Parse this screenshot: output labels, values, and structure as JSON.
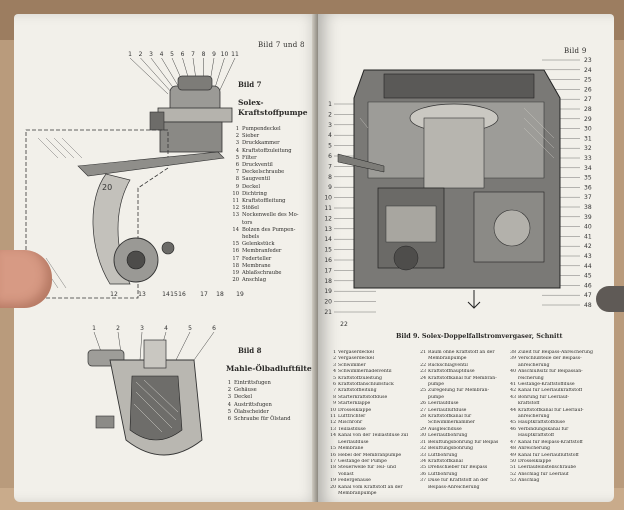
{
  "left_page": {
    "header": "Bild 7 und 8",
    "figure7": {
      "label": "Bild 7",
      "title_line1": "Solex-",
      "title_line2": "Kraftstoffpumpe",
      "top_numbers": [
        "1",
        "2",
        "3",
        "4",
        "5",
        "6",
        "7",
        "8",
        "9",
        "10",
        "11"
      ],
      "bottom_numbers": [
        "12",
        "13",
        "14",
        "15",
        "16",
        "17",
        "18",
        "19"
      ],
      "items": [
        {
          "n": "1",
          "t": "Pumpendeckel"
        },
        {
          "n": "2",
          "t": "Sieber"
        },
        {
          "n": "3",
          "t": "Druckkammer"
        },
        {
          "n": "4",
          "t": "Kraftstoffzuleitung"
        },
        {
          "n": "5",
          "t": "Filter"
        },
        {
          "n": "6",
          "t": "Druckventil"
        },
        {
          "n": "7",
          "t": "Deckelschraube"
        },
        {
          "n": "8",
          "t": "Saugventil"
        },
        {
          "n": "9",
          "t": "Deckel"
        },
        {
          "n": "10",
          "t": "Dichtring"
        },
        {
          "n": "11",
          "t": "Kraftstoffleitung"
        },
        {
          "n": "12",
          "t": "Stößel"
        },
        {
          "n": "13",
          "t": "Nockenwelle des Mo-"
        },
        {
          "n": "",
          "t": "tors"
        },
        {
          "n": "14",
          "t": "Bolzen des Pumpen-"
        },
        {
          "n": "",
          "t": "hebels"
        },
        {
          "n": "15",
          "t": "Gelenkstück"
        },
        {
          "n": "16",
          "t": "Membranfeder"
        },
        {
          "n": "17",
          "t": "Federteller"
        },
        {
          "n": "18",
          "t": "Membrane"
        },
        {
          "n": "19",
          "t": "Ablaßschraube"
        },
        {
          "n": "20",
          "t": "Anschlag"
        }
      ]
    },
    "figure8": {
      "label": "Bild 8",
      "title": "Mahle-Ölbadluftfilter",
      "top_numbers": [
        "1",
        "2",
        "3",
        "4",
        "5",
        "6"
      ],
      "items": [
        {
          "n": "1",
          "t": "Eintrittsfugen"
        },
        {
          "n": "2",
          "t": "Gehäuse"
        },
        {
          "n": "3",
          "t": "Deckel"
        },
        {
          "n": "4",
          "t": "Austrittsfugen"
        },
        {
          "n": "5",
          "t": "Ölabscheider"
        },
        {
          "n": "6",
          "t": "Schraube für Ölstand"
        }
      ]
    }
  },
  "right_page": {
    "header": "Bild 9",
    "caption": "Bild 9. Solex-Doppelfallstromvergaser, Schnitt",
    "left_callouts": [
      "1",
      "2",
      "3",
      "4",
      "5",
      "6",
      "7",
      "8",
      "9",
      "10",
      "11",
      "12",
      "13",
      "14",
      "15",
      "16",
      "17",
      "18",
      "19",
      "20",
      "21"
    ],
    "right_callouts": [
      "23",
      "24",
      "25",
      "26",
      "27",
      "28",
      "29",
      "30",
      "31",
      "32",
      "33",
      "34",
      "35",
      "36",
      "37",
      "38",
      "39",
      "40",
      "41",
      "42",
      "43",
      "44",
      "45",
      "46",
      "47",
      "48"
    ],
    "bottom_callouts": [
      "22"
    ],
    "legend_col1": [
      {
        "n": "1",
        "t": "Vergaserdeckel"
      },
      {
        "n": "2",
        "t": "Vergaserdeckel"
      },
      {
        "n": "3",
        "t": "Schwimmer"
      },
      {
        "n": "4",
        "t": "Schwimmernadelventil"
      },
      {
        "n": "5",
        "t": "Kraftstoffzuleitung"
      },
      {
        "n": "6",
        "t": "Kraftstoffanschlußstück"
      },
      {
        "n": "7",
        "t": "Kraftstoffleitung"
      },
      {
        "n": "8",
        "t": "Starterkraftstoffdüse"
      },
      {
        "n": "9",
        "t": "Starterklappe"
      },
      {
        "n": "10",
        "t": "Drosselklappe"
      },
      {
        "n": "11",
        "t": "Lufttrichter"
      },
      {
        "n": "12",
        "t": "Mischrohr"
      },
      {
        "n": "13",
        "t": "Teillastdüse"
      },
      {
        "n": "14",
        "t": "Kanal von der Teillastdüse zur"
      },
      {
        "n": "",
        "t": "Leerlaufdüse"
      },
      {
        "n": "15",
        "t": "Membrane"
      },
      {
        "n": "16",
        "t": "Hebel der Membranpumpe"
      },
      {
        "n": "17",
        "t": "Gestänge der Pumpe"
      },
      {
        "n": "18",
        "t": "Steuerwelle für Teil- und"
      },
      {
        "n": "",
        "t": "Vollast"
      },
      {
        "n": "19",
        "t": "Federgehäuse"
      },
      {
        "n": "20",
        "t": "Kanal vom Kraftstoff an der"
      },
      {
        "n": "",
        "t": "Membranpumpe"
      }
    ],
    "legend_col2": [
      {
        "n": "21",
        "t": "Raum ohne Kraftstoff an der"
      },
      {
        "n": "",
        "t": "Membranpumpe"
      },
      {
        "n": "22",
        "t": "Rückschlagventil"
      },
      {
        "n": "23",
        "t": "Kraftstoffhauptdüse"
      },
      {
        "n": "24",
        "t": "Kraftstoffkanal für Membran-"
      },
      {
        "n": "",
        "t": "pumpe"
      },
      {
        "n": "25",
        "t": "Zuregelung für Membran-"
      },
      {
        "n": "",
        "t": "pumpe"
      },
      {
        "n": "26",
        "t": "Leerlaufdüse"
      },
      {
        "n": "27",
        "t": "Leerlaufluftdüse"
      },
      {
        "n": "28",
        "t": "Kraftstoffkanal für"
      },
      {
        "n": "",
        "t": "Schwimmerkammer"
      },
      {
        "n": "29",
        "t": "Ausgleichdüse"
      },
      {
        "n": "30",
        "t": "Leerlaufbohrung"
      },
      {
        "n": "31",
        "t": "Belüftungsbohrung für Beipass"
      },
      {
        "n": "32",
        "t": "Belüftungsbohrung"
      },
      {
        "n": "33",
        "t": "Luftbohrung"
      },
      {
        "n": "34",
        "t": "Kraftstoffkanal"
      },
      {
        "n": "35",
        "t": "Drehschieber für Beipass"
      },
      {
        "n": "36",
        "t": "Luftbohrung"
      },
      {
        "n": "37",
        "t": "Düse für Kraftstoff an der"
      },
      {
        "n": "",
        "t": "Beipass-Anreicherung"
      }
    ],
    "legend_col3": [
      {
        "n": "38",
        "t": "Zuleit für Beipass-Anreicherung"
      },
      {
        "n": "39",
        "t": "Verschlußteile der Beipass-"
      },
      {
        "n": "",
        "t": "anreicherung"
      },
      {
        "n": "40",
        "t": "Anschlußsitz für Beipassan-"
      },
      {
        "n": "",
        "t": "reicherung"
      },
      {
        "n": "41",
        "t": "Gestänge-Kraftstoffdüse"
      },
      {
        "n": "42",
        "t": "Kanal für Leerlaufkraftstoff"
      },
      {
        "n": "43",
        "t": "Bohrung für Leerlauf-"
      },
      {
        "n": "",
        "t": "kraftstoff"
      },
      {
        "n": "44",
        "t": "Kraftstoffkanal für Leerlauf-"
      },
      {
        "n": "",
        "t": "anreicherung"
      },
      {
        "n": "45",
        "t": "Hauptkraftstoffdüse"
      },
      {
        "n": "46",
        "t": "Verbindungskanal für"
      },
      {
        "n": "",
        "t": "Hauptkraftstoff"
      },
      {
        "n": "47",
        "t": "Kanal für Beipass-Kraftstoff"
      },
      {
        "n": "48",
        "t": "Anreicherung"
      },
      {
        "n": "49",
        "t": "Kanal für Leerlaufluftstoff"
      },
      {
        "n": "50",
        "t": "Drosselklappe"
      },
      {
        "n": "51",
        "t": "Leerlaufeinstellschraube"
      },
      {
        "n": "52",
        "t": "Anschlag für Leerlauf"
      },
      {
        "n": "53",
        "t": "Anschlag"
      }
    ]
  }
}
